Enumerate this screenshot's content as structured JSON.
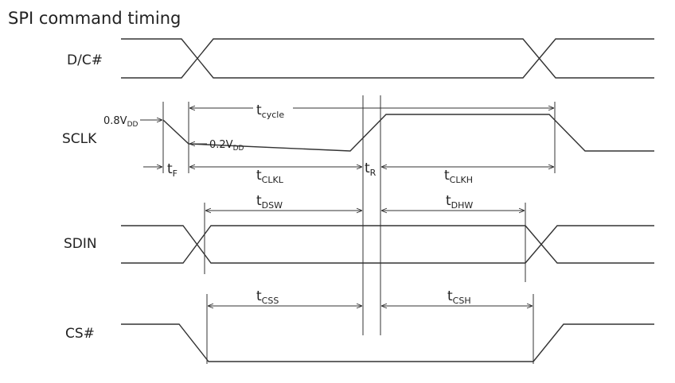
{
  "title": "SPI command timing",
  "signals": {
    "dc": "D/C#",
    "sclk": "SCLK",
    "sdin": "SDIN",
    "cs": "CS#"
  },
  "levels": {
    "high": {
      "prefix": "0.8V",
      "sub": "DD"
    },
    "low": {
      "prefix": "0.2V",
      "sub": "DD"
    }
  },
  "parameters": {
    "t_cycle": {
      "main": "t",
      "sub": "cycle"
    },
    "t_f": {
      "main": "t",
      "sub": "F"
    },
    "t_clkl": {
      "main": "t",
      "sub": "CLKL"
    },
    "t_r": {
      "main": "t",
      "sub": "R"
    },
    "t_clkh": {
      "main": "t",
      "sub": "CLKH"
    },
    "t_dsw": {
      "main": "t",
      "sub": "DSW"
    },
    "t_dhw": {
      "main": "t",
      "sub": "DHW"
    },
    "t_css": {
      "main": "t",
      "sub": "CSS"
    },
    "t_csh": {
      "main": "t",
      "sub": "CSH"
    }
  }
}
